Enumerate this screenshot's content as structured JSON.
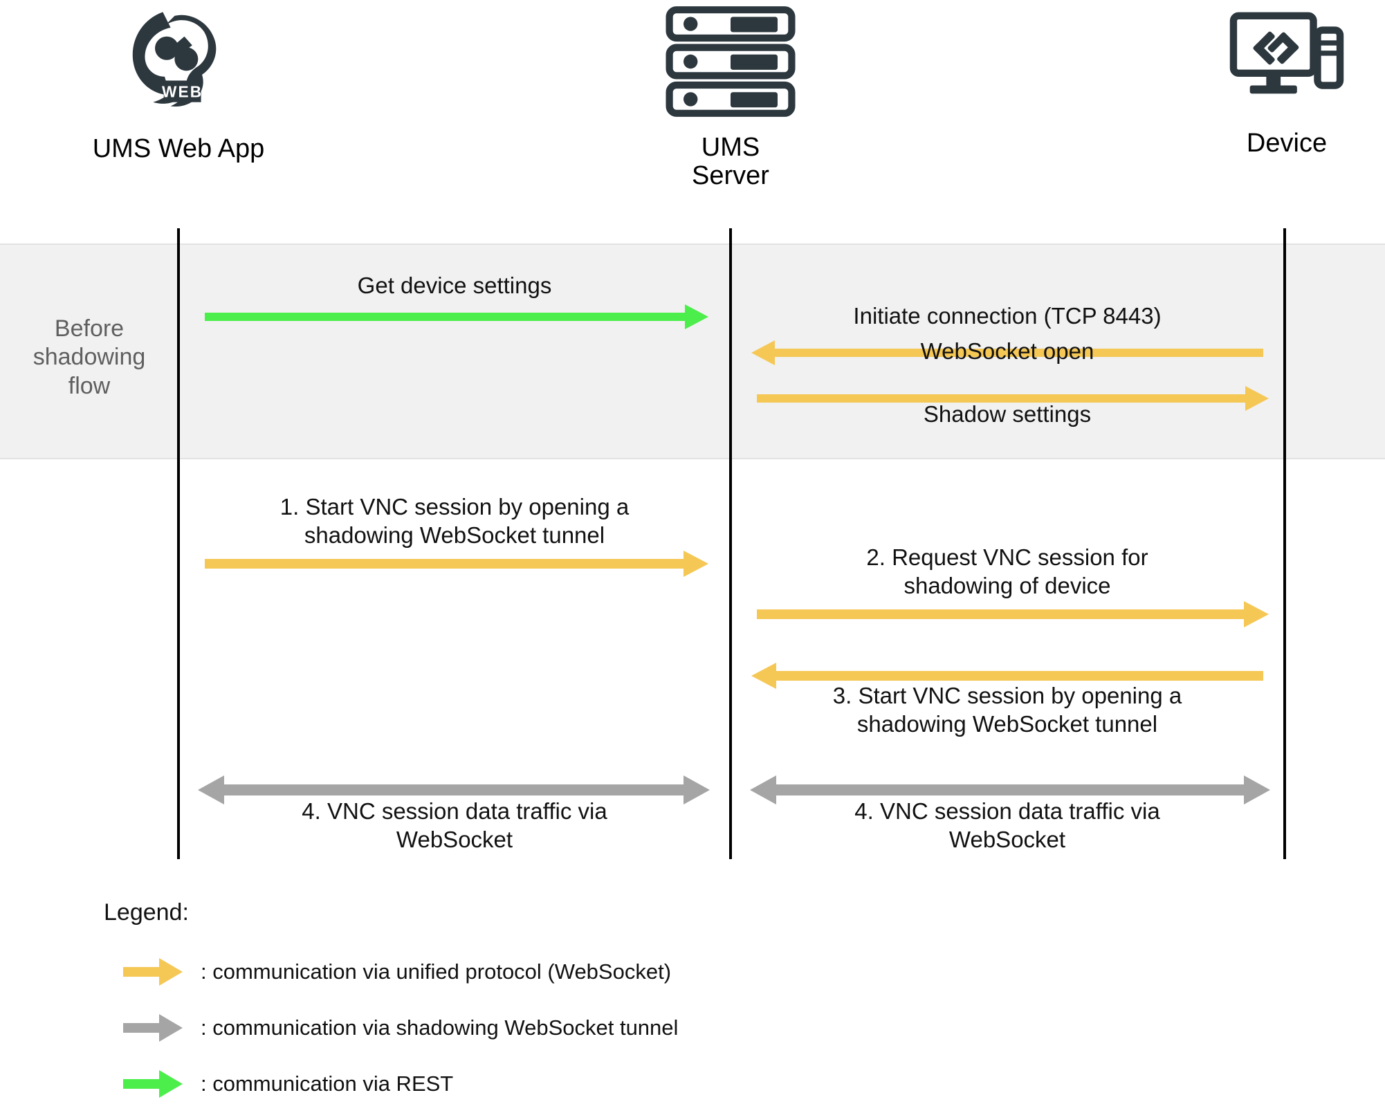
{
  "colors": {
    "websocket_yellow": "#F5C755",
    "shadow_gray": "#A5A5A5",
    "rest_green": "#4CEE4C",
    "lifeline": "#000000",
    "band_bg": "#F1F1F1",
    "icon_dark": "#2C373E",
    "phase_text": "#5F5F5F"
  },
  "participants": [
    {
      "id": "ums-web-app",
      "label": "UMS Web App",
      "icon": "ums-web-logo-icon"
    },
    {
      "id": "ums-server",
      "label": "UMS\nServer",
      "icon": "server-rack-icon"
    },
    {
      "id": "device",
      "label": "Device",
      "icon": "desktop-device-icon"
    }
  ],
  "phase": {
    "label": "Before\nshadowing\nflow"
  },
  "messages": [
    {
      "id": "get-device-settings",
      "label": "Get device settings",
      "kind": "rest",
      "direction": "right"
    },
    {
      "id": "initiate-connection",
      "label": "Initiate connection (TCP 8443)",
      "kind": "websocket",
      "direction": "left"
    },
    {
      "id": "websocket-open",
      "label": "WebSocket open",
      "kind": "websocket",
      "direction": "right"
    },
    {
      "id": "shadow-settings",
      "label": "Shadow settings",
      "kind": "websocket",
      "direction": "none"
    },
    {
      "id": "start-vnc-session-1",
      "label": "1.   Start VNC session by opening a\nshadowing WebSocket tunnel",
      "kind": "websocket",
      "direction": "right"
    },
    {
      "id": "request-vnc-session-2",
      "label": "2.   Request VNC session for\nshadowing of device",
      "kind": "websocket",
      "direction": "right"
    },
    {
      "id": "start-vnc-session-3",
      "label": "3.   Start VNC session by opening a\nshadowing WebSocket tunnel",
      "kind": "websocket",
      "direction": "left"
    },
    {
      "id": "vnc-traffic-left-4",
      "label": "4.   VNC session data traffic via\nWebSocket",
      "kind": "shadow",
      "direction": "both"
    },
    {
      "id": "vnc-traffic-right-4",
      "label": "4.   VNC session data traffic via\nWebSocket",
      "kind": "shadow",
      "direction": "both"
    }
  ],
  "legend": {
    "title": "Legend:",
    "items": [
      {
        "id": "legend-websocket",
        "color_key": "websocket_yellow",
        "text": ": communication via unified protocol (WebSocket)"
      },
      {
        "id": "legend-shadow",
        "color_key": "shadow_gray",
        "text": ": communication via shadowing WebSocket tunnel"
      },
      {
        "id": "legend-rest",
        "color_key": "rest_green",
        "text": ": communication via REST"
      }
    ]
  }
}
